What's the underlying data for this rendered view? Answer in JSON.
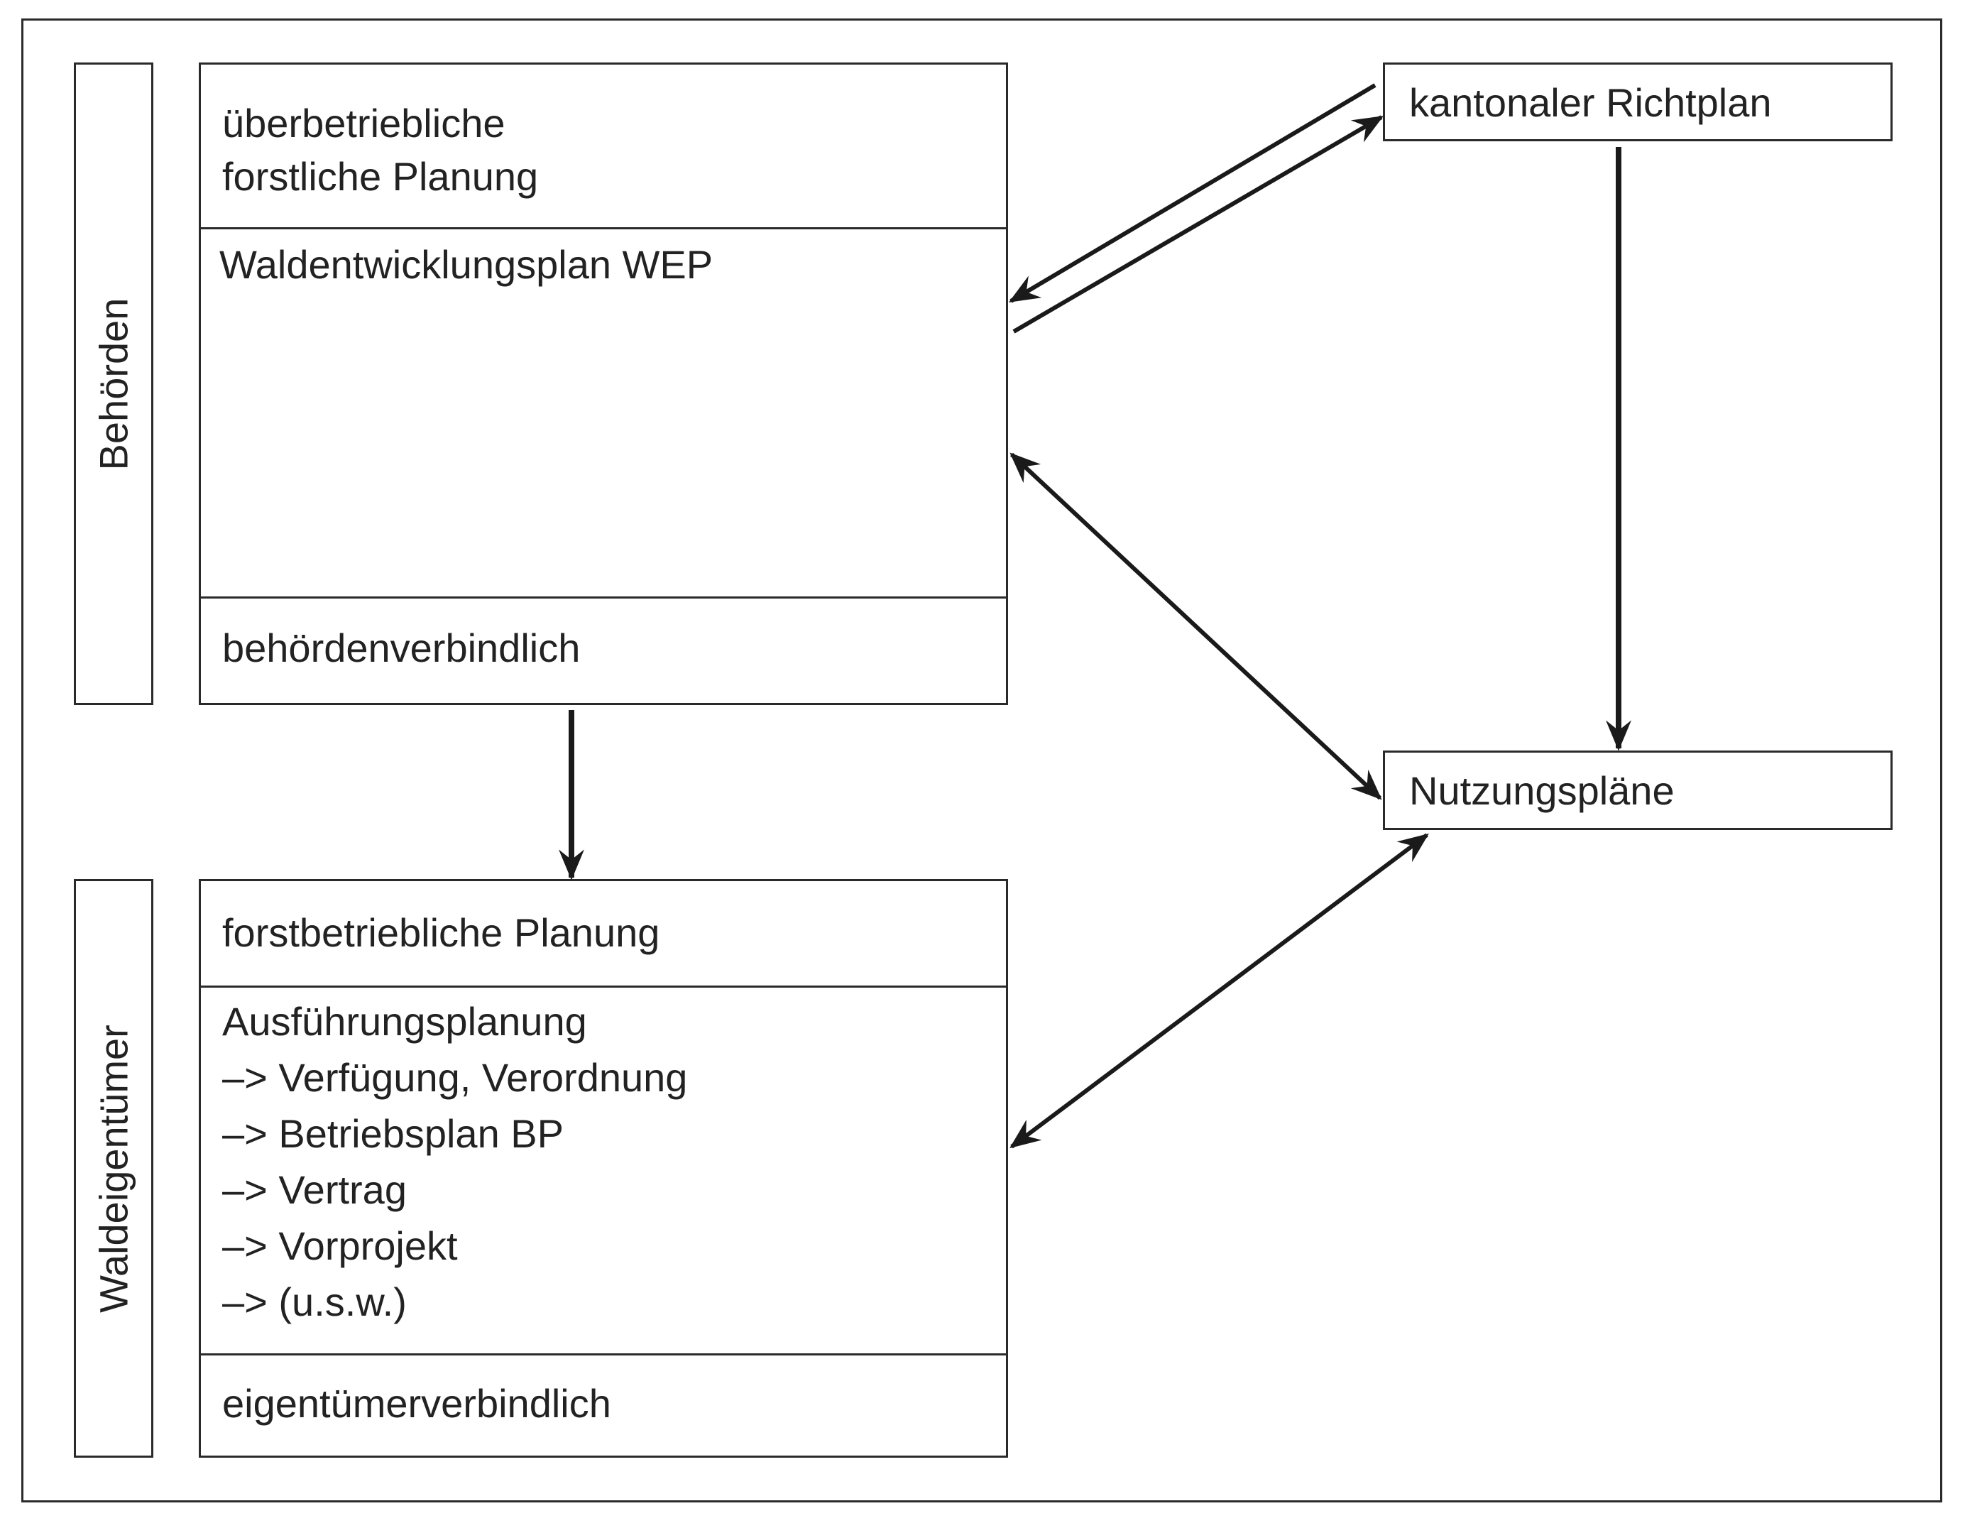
{
  "side_labels": {
    "top": "Behörden",
    "bottom": "Waldeigentümer"
  },
  "upper_box": {
    "header_lines": [
      "überbetriebliche",
      "forstliche Planung"
    ],
    "main": "Waldentwicklungsplan WEP",
    "footer": "behördenverbindlich"
  },
  "lower_box": {
    "header": "forstbetriebliche Planung",
    "main_lines": [
      "Ausführungsplanung",
      "–> Verfügung, Verordnung",
      "–> Betriebsplan BP",
      "–> Vertrag",
      "–> Vorprojekt",
      "–> (u.s.w.)"
    ],
    "footer": "eigentümerverbindlich"
  },
  "right_boxes": {
    "richtplan": "kantonaler Richtplan",
    "nutzung": "Nutzungspläne"
  },
  "colors": {
    "line": "#1a1a1a",
    "text": "#222222"
  }
}
